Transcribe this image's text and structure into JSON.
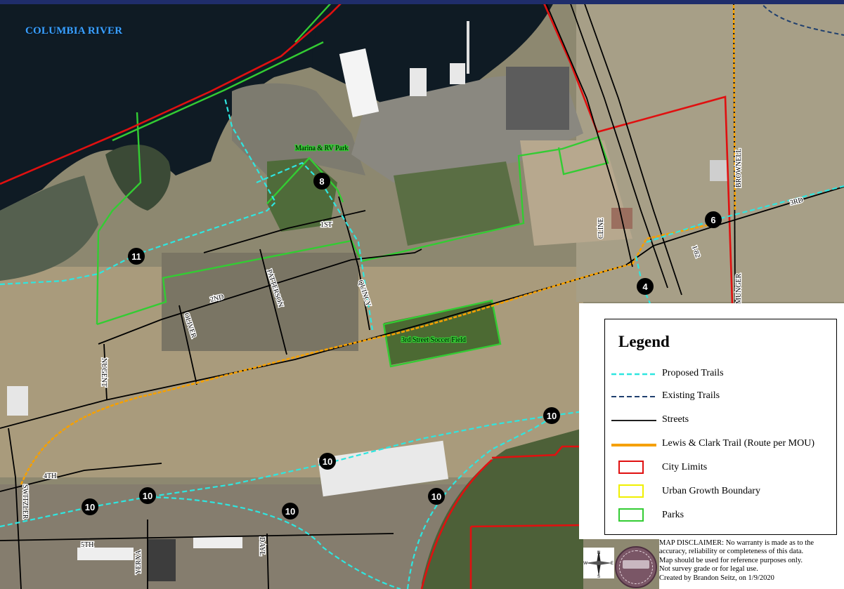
{
  "map": {
    "water_label": "COLUMBIA RIVER",
    "park_labels": {
      "marina": "Marina & RV Park",
      "soccer": "3rd Street Soccer Field"
    },
    "streets": {
      "first": "1ST",
      "second": "2ND",
      "third": "3RD",
      "fourth": "4TH",
      "fifth": "5TH",
      "quincy": "QUINCY",
      "patterson": "PATTERSON",
      "oliver": "OLIVER",
      "nugent": "NUGENT",
      "switzler": "SWITZLER",
      "yerxa": "YERXA",
      "dayl": "DAYL",
      "cline": "CLINE",
      "munger": "MUNGER",
      "brownell": "BROWNELL",
      "interstate": "I-82"
    },
    "markers": {
      "m8": "8",
      "m11": "11",
      "m6": "6",
      "m4": "4",
      "m10": "10"
    }
  },
  "legend": {
    "title": "Legend",
    "items": [
      {
        "label": "Proposed Trails",
        "kind": "line",
        "color": "#2ee6e0",
        "dash": "dashed"
      },
      {
        "label": "Existing Trails",
        "kind": "line",
        "color": "#1f3f6e",
        "dash": "dashed"
      },
      {
        "label": "Streets",
        "kind": "line",
        "color": "#000000",
        "dash": "solid"
      },
      {
        "label": "Lewis & Clark Trail (Route per MOU)",
        "kind": "line",
        "color": "#f5a000",
        "dash": "solid"
      },
      {
        "label": "City Limits",
        "kind": "box",
        "color": "#e01010"
      },
      {
        "label": "Urban Growth Boundary",
        "kind": "box",
        "color": "#f0f000"
      },
      {
        "label": "Parks",
        "kind": "box",
        "color": "#33cc33"
      }
    ]
  },
  "footer": {
    "disclaimer_lines": [
      "MAP DISCLAIMER: No warranty is made as to the",
      "accuracy, reliability or completeness of this data.",
      "Map should be used for reference purposes only.",
      "Not survey grade or for legal use.",
      "Created by Brandon Seitz, on 1/9/2020"
    ],
    "compass": {
      "n": "N",
      "s": "S",
      "e": "E",
      "w": "W"
    }
  },
  "colors": {
    "proposed_trail": "#2ee6e0",
    "existing_trail": "#1f3f6e",
    "street": "#000000",
    "lewis_clark": "#f5a000",
    "city_limits": "#e01010",
    "parks": "#33cc33",
    "water": "#0d1a24",
    "topbar": "#1f2d6b"
  }
}
